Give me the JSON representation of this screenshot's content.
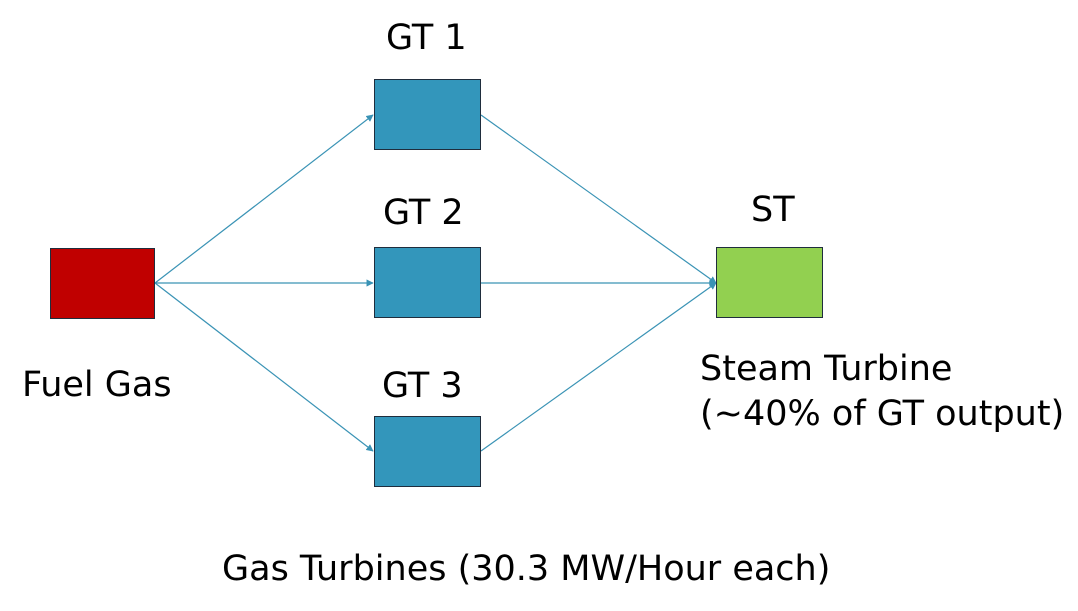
{
  "colors": {
    "fuel": "#c00000",
    "gas_turbine": "#3396bb",
    "steam_turbine": "#92d050",
    "arrow": "#3a93b5"
  },
  "nodes": {
    "fuel_gas": {
      "label": "Fuel Gas"
    },
    "gt1": {
      "label": "GT 1"
    },
    "gt2": {
      "label": "GT 2"
    },
    "gt3": {
      "label": "GT 3"
    },
    "st": {
      "label": "ST",
      "caption_line1": "Steam Turbine",
      "caption_line2": "(~40% of GT output)"
    }
  },
  "gas_turbines_caption": "Gas Turbines (30.3 MW/Hour each)"
}
